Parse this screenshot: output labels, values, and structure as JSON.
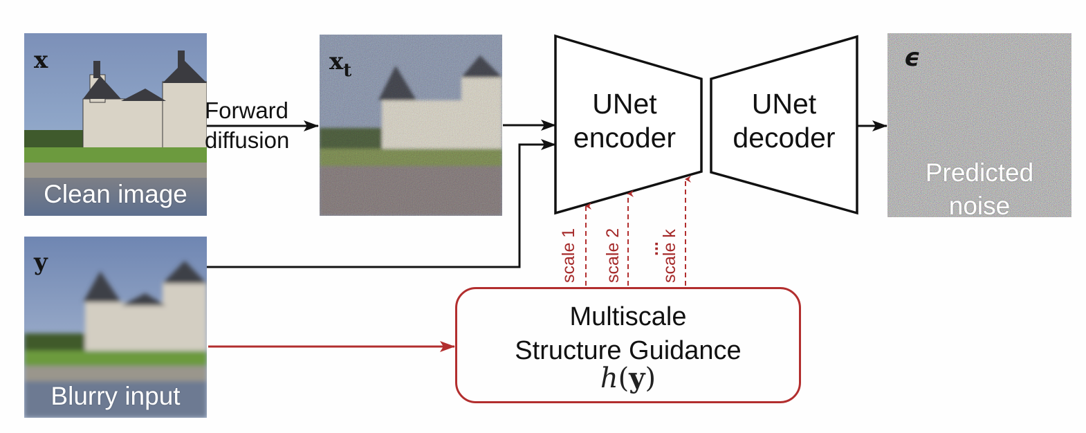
{
  "panels": {
    "clean": {
      "symbol": "x",
      "caption": "Clean image"
    },
    "noisy": {
      "symbol": "x",
      "subscript": "t"
    },
    "blurry": {
      "symbol": "y",
      "caption": "Blurry input"
    },
    "noise": {
      "symbol": "ϵ",
      "caption_line1": "Predicted",
      "caption_line2": "noise"
    }
  },
  "forward": {
    "line1": "Forward",
    "line2": "diffusion"
  },
  "encoder": {
    "line1": "UNet",
    "line2": "encoder"
  },
  "decoder": {
    "line1": "UNet",
    "line2": "decoder"
  },
  "scales": {
    "s1": "scale 1",
    "s2": "scale 2",
    "ellipsis": "...",
    "sk": "scale k"
  },
  "guidance": {
    "line1": "Multiscale",
    "line2": "Structure Guidance",
    "formula_fn": "h",
    "formula_open": "(",
    "formula_arg": "y",
    "formula_close": ")"
  },
  "colors": {
    "line": "#111111",
    "guidance": "#b22e2e",
    "label_red": "#a52a2a"
  }
}
